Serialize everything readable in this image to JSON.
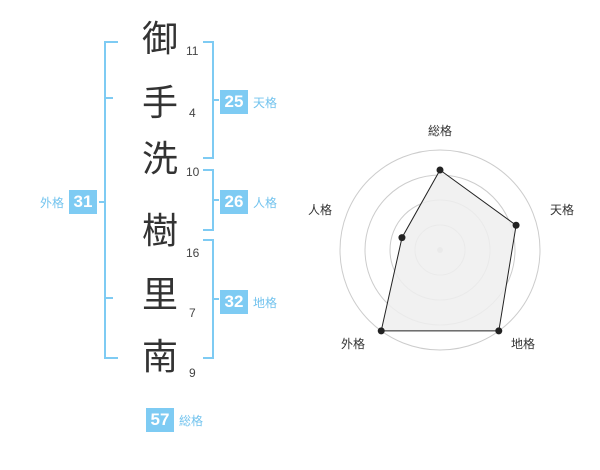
{
  "name": {
    "characters": [
      {
        "char": "御",
        "strokes": "11"
      },
      {
        "char": "手",
        "strokes": "4"
      },
      {
        "char": "洗",
        "strokes": "10"
      },
      {
        "char": "樹",
        "strokes": "16"
      },
      {
        "char": "里",
        "strokes": "7"
      },
      {
        "char": "南",
        "strokes": "9"
      }
    ]
  },
  "fortunes": {
    "tenkaku": {
      "value": "25",
      "label": "天格"
    },
    "jinkaku": {
      "value": "26",
      "label": "人格"
    },
    "chikaku": {
      "value": "32",
      "label": "地格"
    },
    "gaikaku": {
      "value": "31",
      "label": "外格"
    },
    "soukaku": {
      "value": "57",
      "label": "総格"
    }
  },
  "colors": {
    "bracket": "#7ecbf3",
    "badge": "#7ecbf3",
    "radar_grid": "#cccccc",
    "radar_fill": "#efefef",
    "radar_line": "#222222"
  },
  "chart_data": {
    "type": "radar",
    "axes": [
      "総格",
      "天格",
      "地格",
      "外格",
      "人格"
    ],
    "values": [
      0.8,
      0.8,
      1.0,
      1.0,
      0.4
    ],
    "scale_max": 1.0,
    "rings": 4
  }
}
